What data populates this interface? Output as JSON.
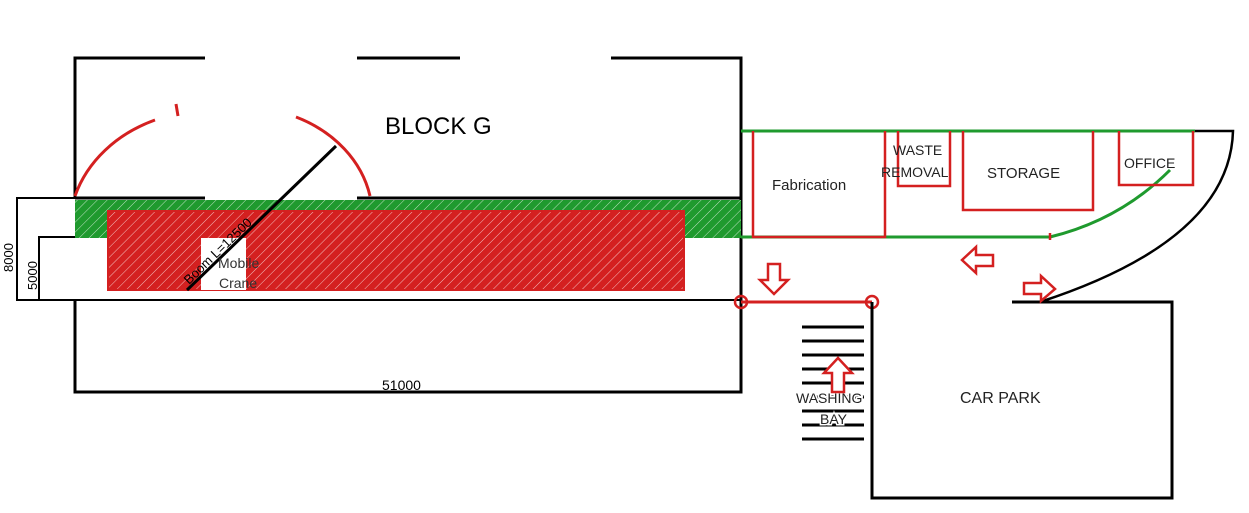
{
  "labels": {
    "block_g": "BLOCK G",
    "fabrication": "Fabrication",
    "waste_removal_line1": "WASTE",
    "waste_removal_line2": "REMOVAL",
    "storage": "STORAGE",
    "office": "OFFICE",
    "car_park": "CAR PARK",
    "washing_bay_line1": "WASHING",
    "washing_bay_line2": "BAY",
    "mobile_crane_line1": "Mobile",
    "mobile_crane_line2": "Crane",
    "boom_length": "Boom L=12500"
  },
  "dimensions": {
    "length": "51000",
    "width_outer": "8000",
    "width_inner": "5000"
  },
  "colors": {
    "line": "#000000",
    "red": "#d42020",
    "green": "#1f9a2e"
  }
}
